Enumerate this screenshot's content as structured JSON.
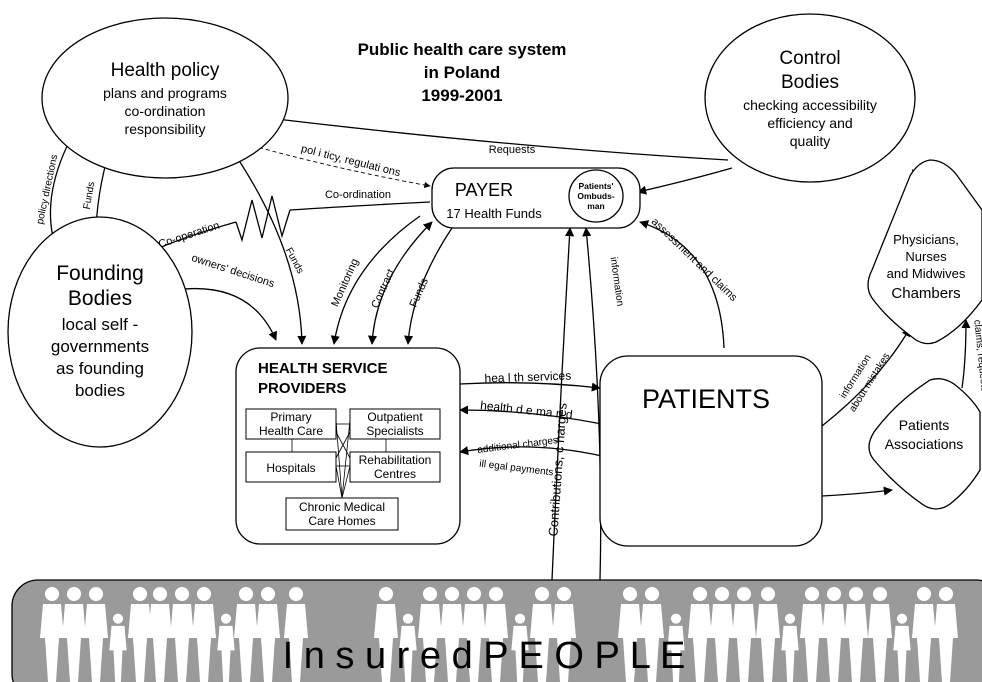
{
  "title": {
    "line1": "Public health care system",
    "line2": "in Poland",
    "line3": "1999-2001"
  },
  "health_policy": {
    "title": "Health policy",
    "line1": "plans and programs",
    "line2": "co-ordination",
    "line3": "responsibility"
  },
  "control_bodies": {
    "title1": "Control",
    "title2": "Bodies",
    "line1": "checking accessibility",
    "line2": "efficiency and",
    "line3": "quality"
  },
  "founding_bodies": {
    "title1": "Founding",
    "title2": "Bodies",
    "line1": "local self -",
    "line2": "governments",
    "line3": "as founding",
    "line4": "bodies"
  },
  "payer": {
    "title": "PAYER",
    "subtitle": "17 Health Funds",
    "ombudsman1": "Patients'",
    "ombudsman2": "Ombuds-",
    "ombudsman3": "man"
  },
  "providers": {
    "title1": "HEALTH SERVICE",
    "title2": "PROVIDERS",
    "primary1": "Primary",
    "primary2": "Health Care",
    "outpatient1": "Outpatient",
    "outpatient2": "Specialists",
    "hospitals": "Hospitals",
    "rehab1": "Rehabilitation",
    "rehab2": "Centres",
    "chronic1": "Chronic Medical",
    "chronic2": "Care Homes"
  },
  "patients": {
    "label": "PATIENTS"
  },
  "chambers": {
    "line1": "Physicians,",
    "line2": "Nurses",
    "line3": "and Midwives",
    "line4": "Chambers"
  },
  "associations": {
    "line1": "Patients",
    "line2": "Associations"
  },
  "insured": {
    "label": "I n s u r e d P E O P L E"
  },
  "edges": {
    "requests": "Requests",
    "politicy": "pol i ticy, regulati ons",
    "coordination": "Co-ordination",
    "cooperation": "Co-operation",
    "policy_directions": "policy directions",
    "funds_hp_fb": "Funds",
    "funds_hp_hsp": "Funds",
    "owners_decisions": "owners' decisions",
    "monitoring": "Monitoring",
    "contract": "Contract",
    "funds_payer_hsp": "Funds",
    "assessment": "assessment and claims",
    "information": "information",
    "contributions": "Contributions, c harges",
    "health_services": "hea l th services",
    "health_demand": "health d e ma n d",
    "additional_charges": "additional charges",
    "illegal_payments": "ill egal payments",
    "info_mistakes1": "information",
    "info_mistakes2": "about mistakes",
    "claims_requests": "claims, requests"
  },
  "colors": {
    "insured_band": "#9a9a9a",
    "figures": "#ffffff",
    "outline": "#000000"
  }
}
